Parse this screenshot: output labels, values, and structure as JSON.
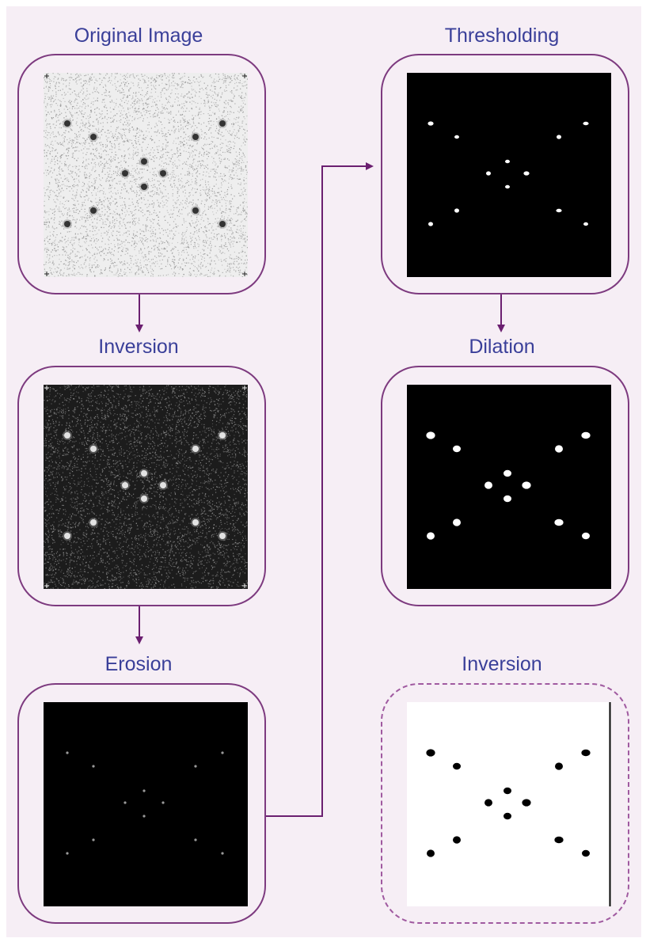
{
  "stages": {
    "original": {
      "title": "Original Image"
    },
    "inversion1": {
      "title": "Inversion"
    },
    "erosion": {
      "title": "Erosion"
    },
    "thresholding": {
      "title": "Thresholding"
    },
    "dilation": {
      "title": "Dilation"
    },
    "inversion2": {
      "title": "Inversion"
    }
  },
  "colors": {
    "background": "#f6eef5",
    "panel_border": "#7d3a7f",
    "title_text": "#3a3f99",
    "arrow": "#6b1f70"
  }
}
